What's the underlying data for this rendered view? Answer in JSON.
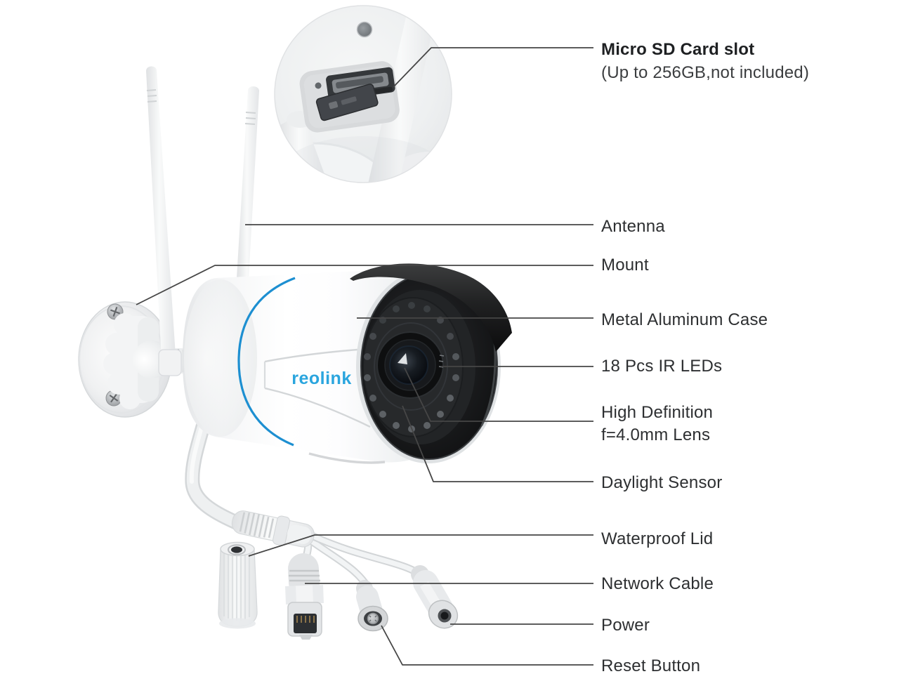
{
  "diagram": {
    "type": "product-callout-diagram",
    "brand_logo": "reolink",
    "colors": {
      "logo_blue": "#2aa5de",
      "accent_ring_blue": "#1d8fd1",
      "callout_line": "#464646",
      "label_text": "#2d2f31"
    },
    "callouts": [
      {
        "id": "sd-slot",
        "title": "Micro SD Card slot",
        "subtitle": "(Up to 256GB,not included)"
      },
      {
        "id": "antenna",
        "title": "Antenna"
      },
      {
        "id": "mount",
        "title": "Mount"
      },
      {
        "id": "case",
        "title": "Metal Aluminum Case"
      },
      {
        "id": "ir-leds",
        "title": "18 Pcs IR LEDs"
      },
      {
        "id": "lens",
        "title": "High Definition",
        "subtitle": "f=4.0mm Lens"
      },
      {
        "id": "daylight",
        "title": "Daylight Sensor"
      },
      {
        "id": "lid",
        "title": "Waterproof Lid"
      },
      {
        "id": "network",
        "title": "Network Cable"
      },
      {
        "id": "power",
        "title": "Power"
      },
      {
        "id": "reset",
        "title": "Reset Button"
      }
    ]
  }
}
